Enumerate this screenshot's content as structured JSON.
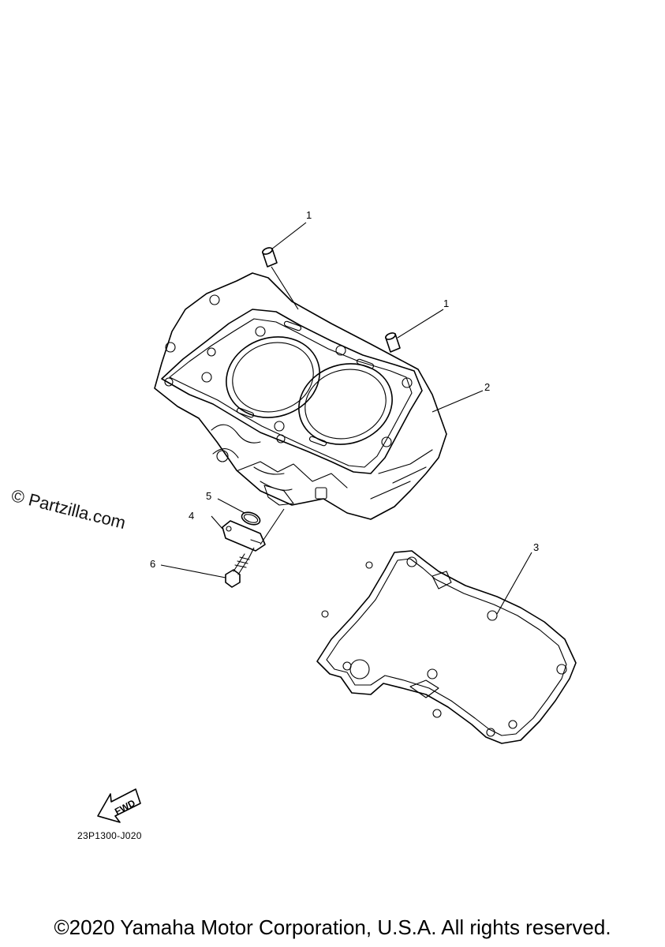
{
  "callouts": [
    {
      "id": "1a",
      "label": "1"
    },
    {
      "id": "1b",
      "label": "1"
    },
    {
      "id": "2",
      "label": "2"
    },
    {
      "id": "3",
      "label": "3"
    },
    {
      "id": "4",
      "label": "4"
    },
    {
      "id": "5",
      "label": "5"
    },
    {
      "id": "6",
      "label": "6"
    }
  ],
  "watermark": "© Partzilla.com",
  "fwd_label": "FWD",
  "diagram_code": "23P1300-J020",
  "copyright": "©2020 Yamaha Motor Corporation, U.S.A. All rights reserved."
}
